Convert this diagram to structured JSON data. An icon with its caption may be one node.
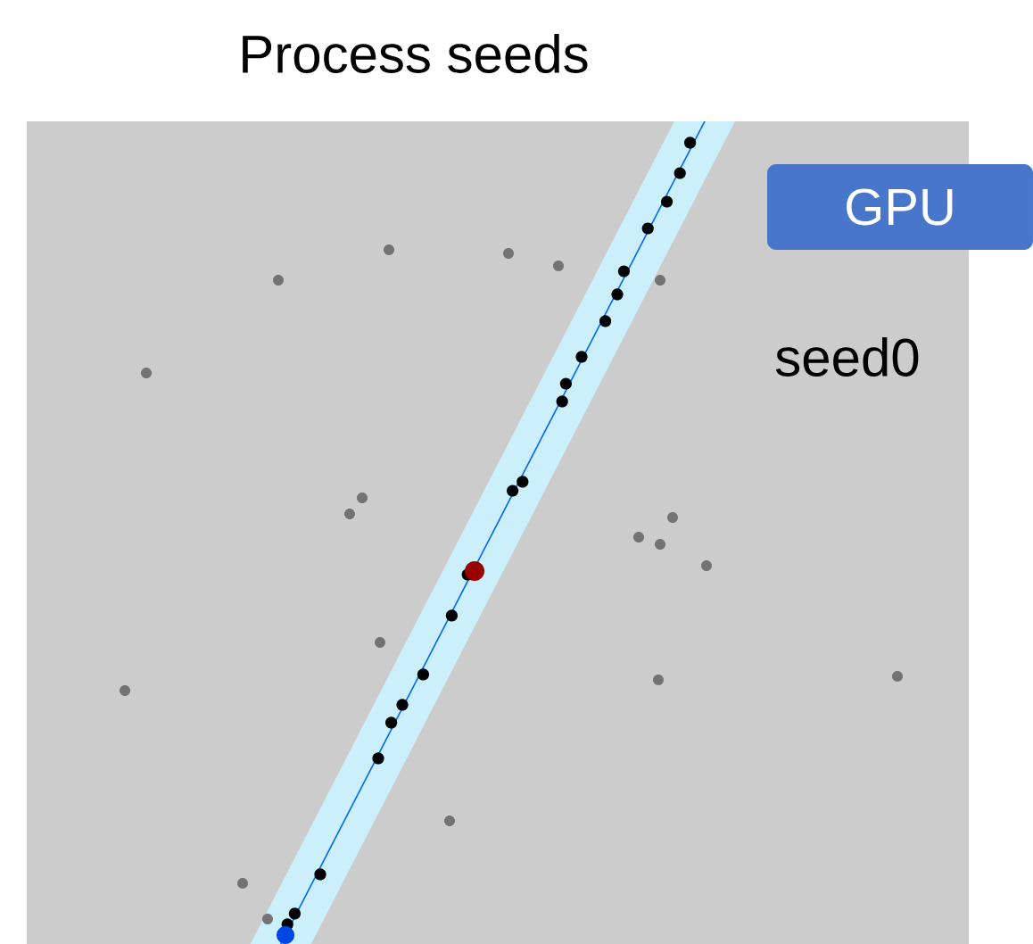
{
  "diagram": {
    "title": "Process seeds",
    "nodes": [
      {
        "text": [
          "GPU"
        ]
      }
    ],
    "labels": [
      "seed0"
    ]
  }
}
